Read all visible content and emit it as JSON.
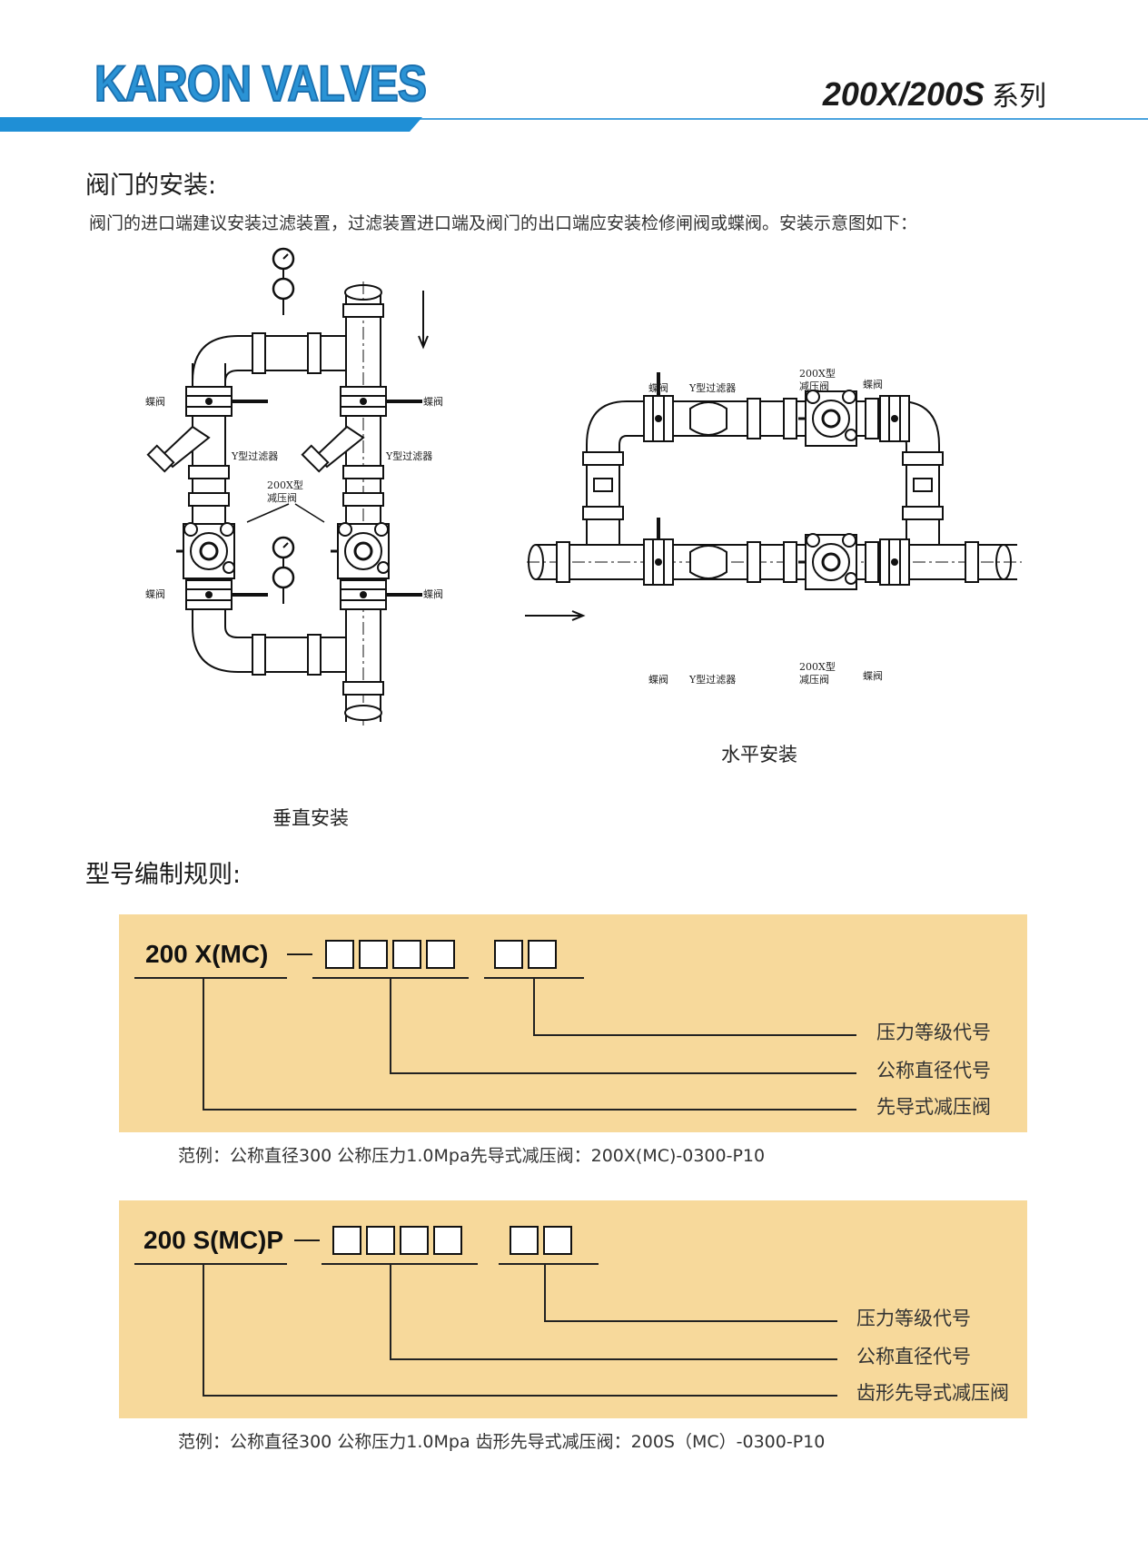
{
  "header": {
    "brand": "KARON VALVES",
    "series_model": "200X/200S",
    "series_word": "系列"
  },
  "install": {
    "title": "阀门的安装:",
    "description": "阀门的进口端建议安装过滤装置，过滤装置进口端及阀门的出口端应安装检修闸阀或蝶阀。安装示意图如下：",
    "vertical": {
      "caption": "垂直安装",
      "butterfly": "蝶阀",
      "strainer": "Y型过滤器",
      "prv_line1": "200X型",
      "prv_line2": "减压阀"
    },
    "horizontal": {
      "caption": "水平安装",
      "butterfly": "蝶阀",
      "strainer": "Y型过滤器",
      "prv_line1": "200X型",
      "prv_line2": "减压阀"
    }
  },
  "coding": {
    "title": "型号编制规则:",
    "x": {
      "code": "200 X(MC)",
      "dash": "—",
      "labels": [
        "压力等级代号",
        "公称直径代号",
        "先导式减压阀"
      ],
      "example": "范例：公称直径300 公称压力1.0Mpa先导式减压阀：200X(MC)-0300-P10"
    },
    "s": {
      "code": "200 S(MC)P",
      "dash": "—",
      "labels": [
        "压力等级代号",
        "公称直径代号",
        "齿形先导式减压阀"
      ],
      "example": "范例：公称直径300 公称压力1.0Mpa 齿形先导式减压阀：200S（MC）-0300-P10"
    }
  }
}
